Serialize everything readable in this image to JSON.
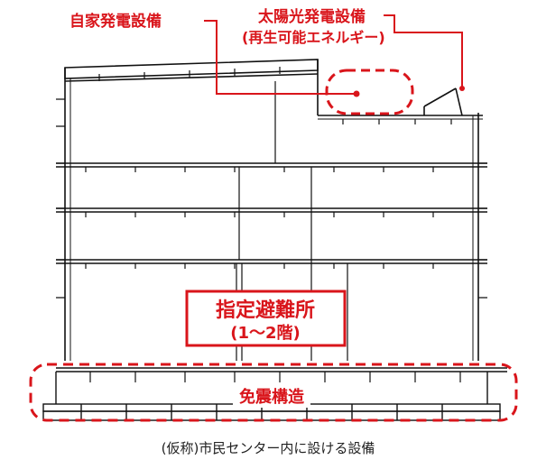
{
  "callouts": {
    "generator": "自家発電設備",
    "solar_line1": "太陽光発電設備",
    "solar_line2": "(再生可能エネルギー)"
  },
  "shelter": {
    "title": "指定避難所",
    "floors": "(1～2階)"
  },
  "base_isolation": "免震構造",
  "caption": "(仮称)市民センター内に設ける設備",
  "colors": {
    "accent": "#d9151b",
    "line": "#111111",
    "caption": "#222222"
  }
}
